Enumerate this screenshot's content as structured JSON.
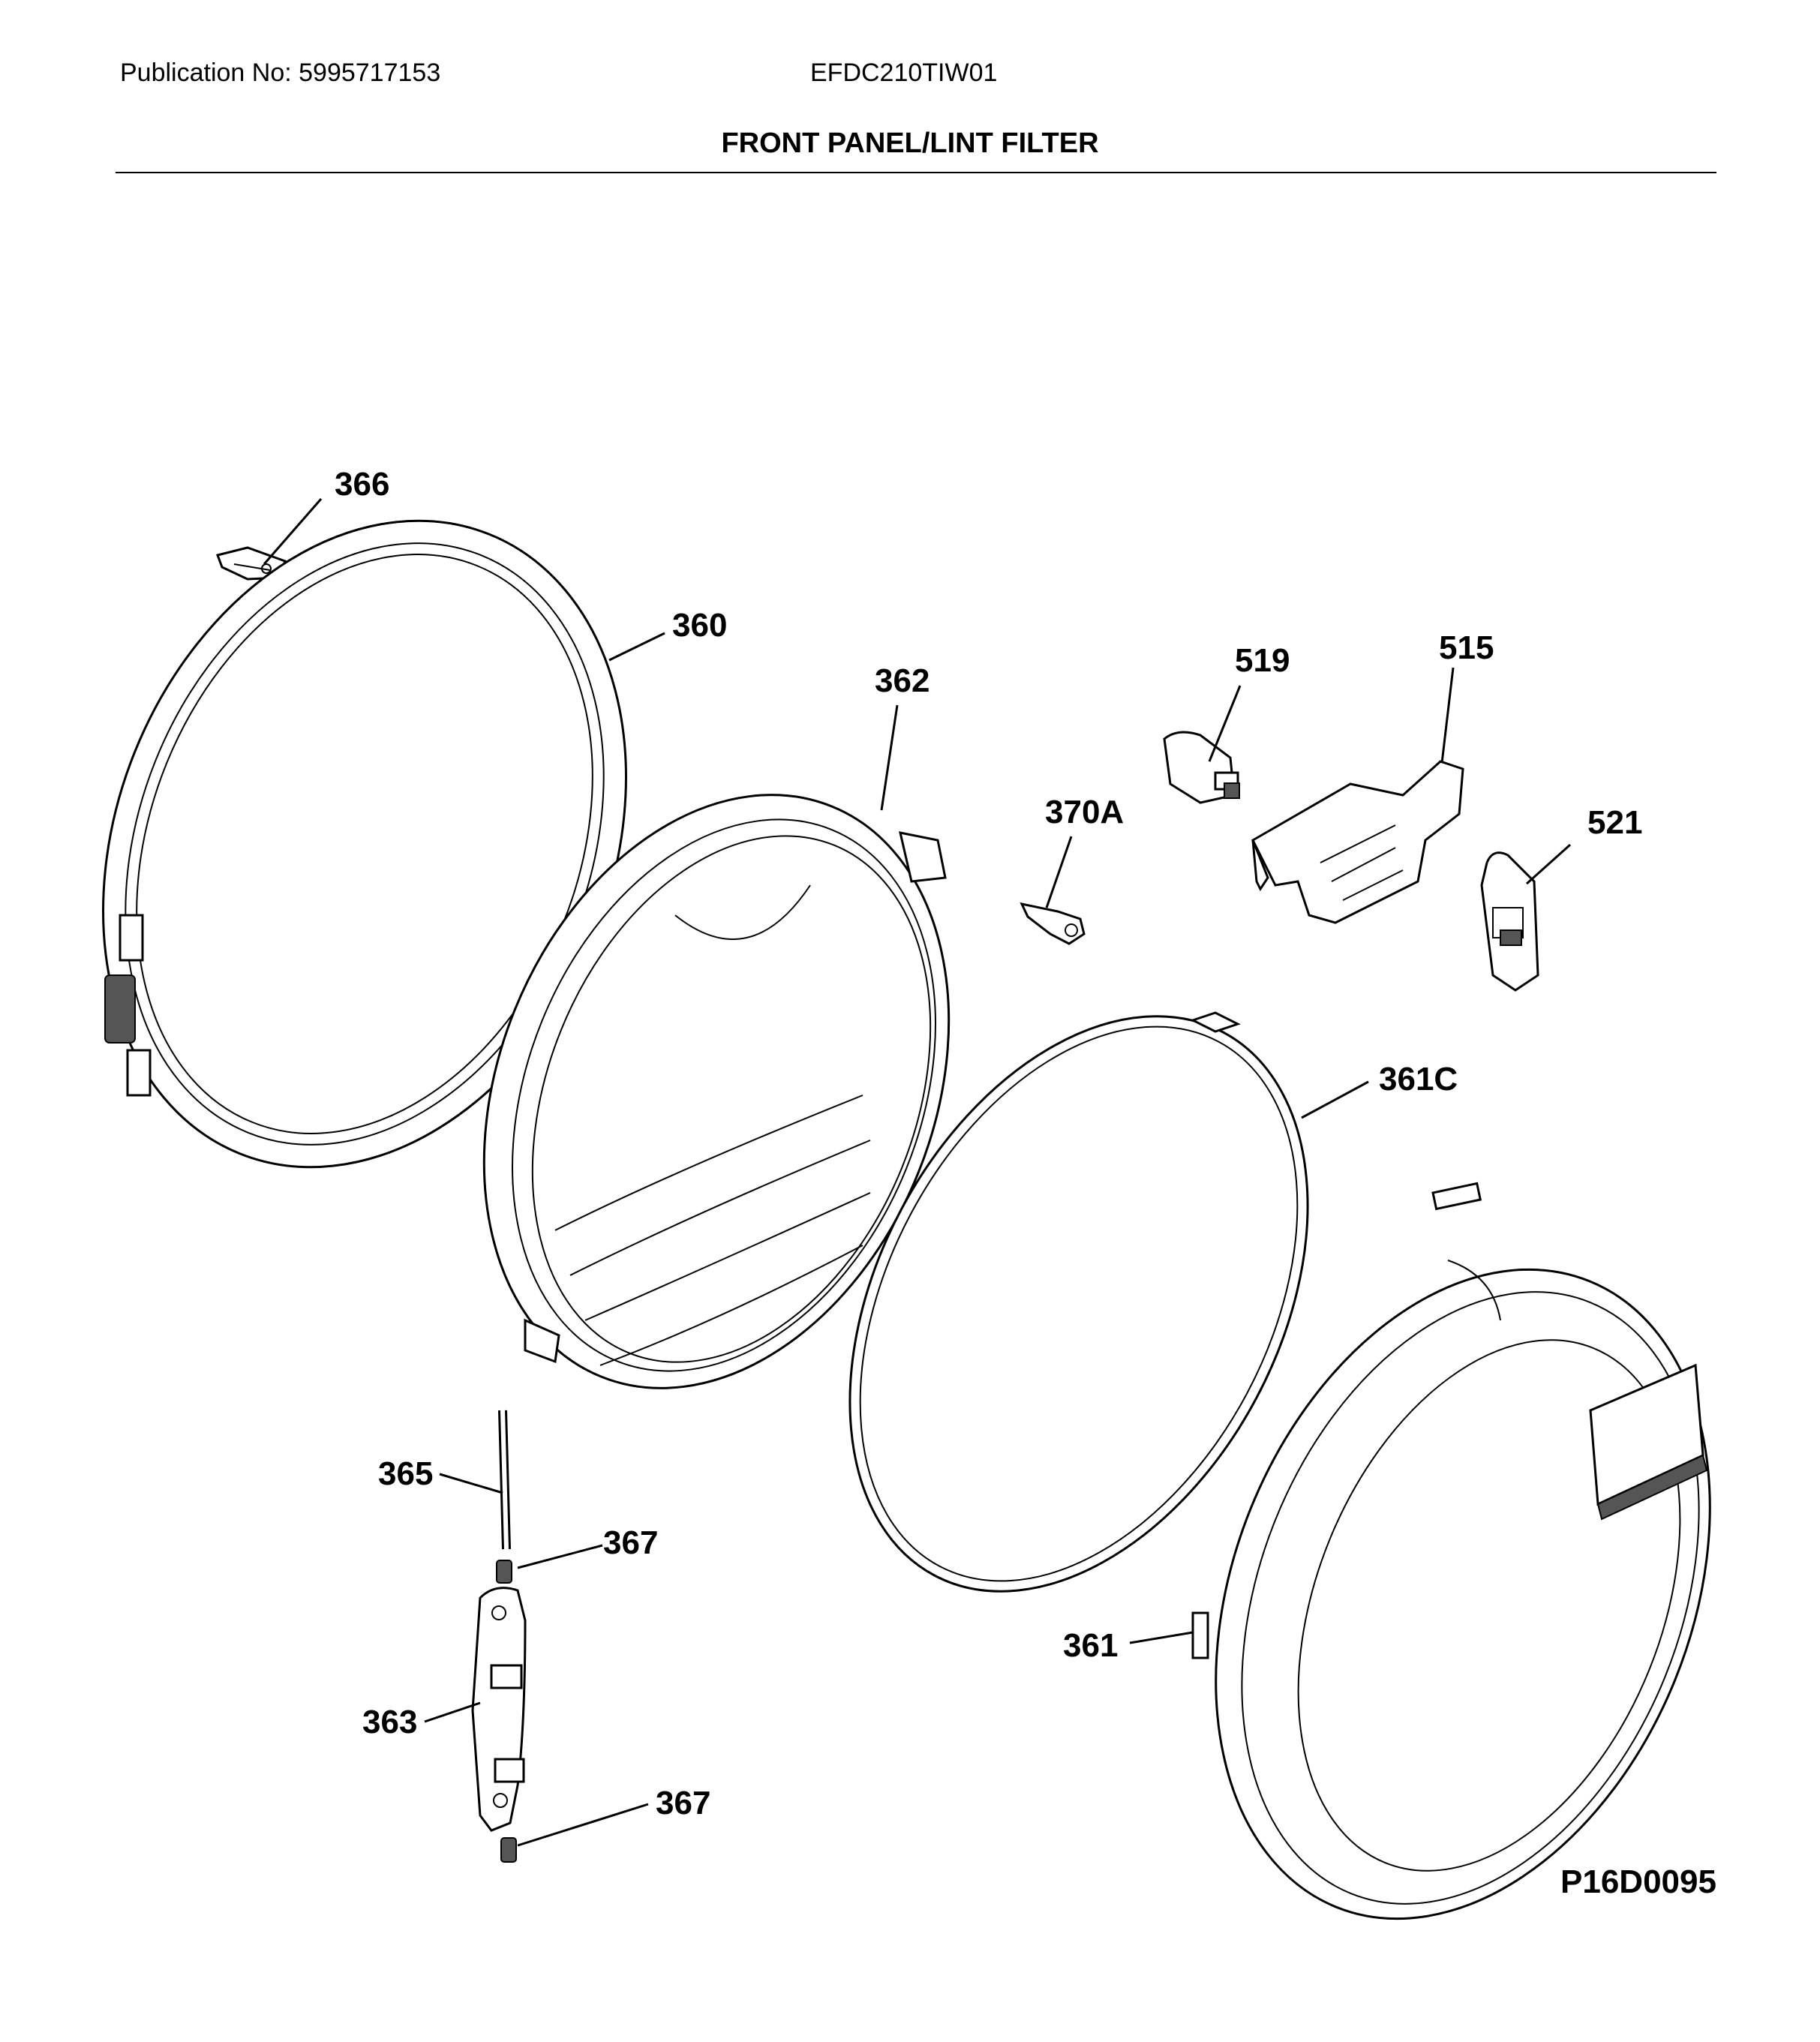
{
  "header": {
    "publication": "Publication No: 5995717153",
    "model": "EFDC210TIW01",
    "title": "FRONT PANEL/LINT FILTER"
  },
  "diagram_code": "P16D0095",
  "parts": [
    {
      "id": "366"
    },
    {
      "id": "360"
    },
    {
      "id": "362"
    },
    {
      "id": "519"
    },
    {
      "id": "515"
    },
    {
      "id": "370A"
    },
    {
      "id": "521"
    },
    {
      "id": "361C"
    },
    {
      "id": "365"
    },
    {
      "id": "367"
    },
    {
      "id": "361"
    },
    {
      "id": "363"
    },
    {
      "id": "367"
    }
  ]
}
